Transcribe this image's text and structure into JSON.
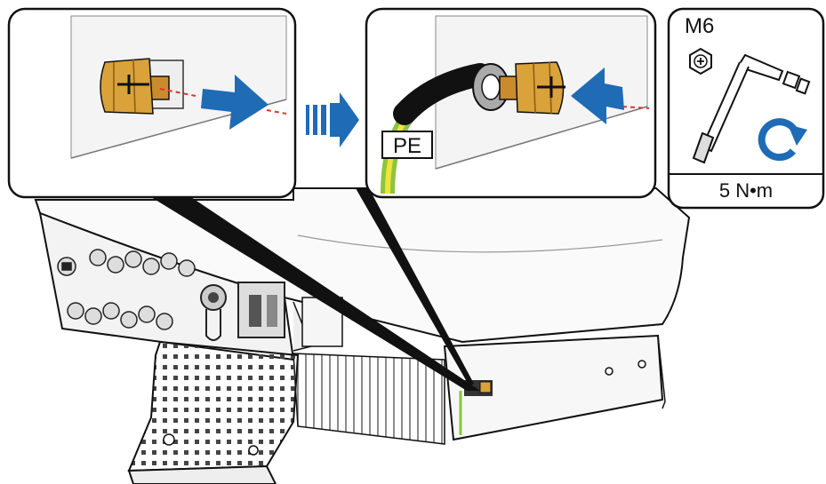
{
  "labels": {
    "pe": "PE",
    "bolt_size": "M6",
    "torque": "5 N•m"
  },
  "icons": [
    "hex-bolt-icon",
    "socket-wrench-icon",
    "clockwise-rotate-icon",
    "insert-arrow-icon"
  ],
  "colors": {
    "arrow": "#1f6bb5",
    "brass": "#d9a23a",
    "cable_green": "#8bc53f",
    "cable_yellow": "#f2e23c",
    "dash_red": "#d8392b",
    "outline": "#111111"
  }
}
